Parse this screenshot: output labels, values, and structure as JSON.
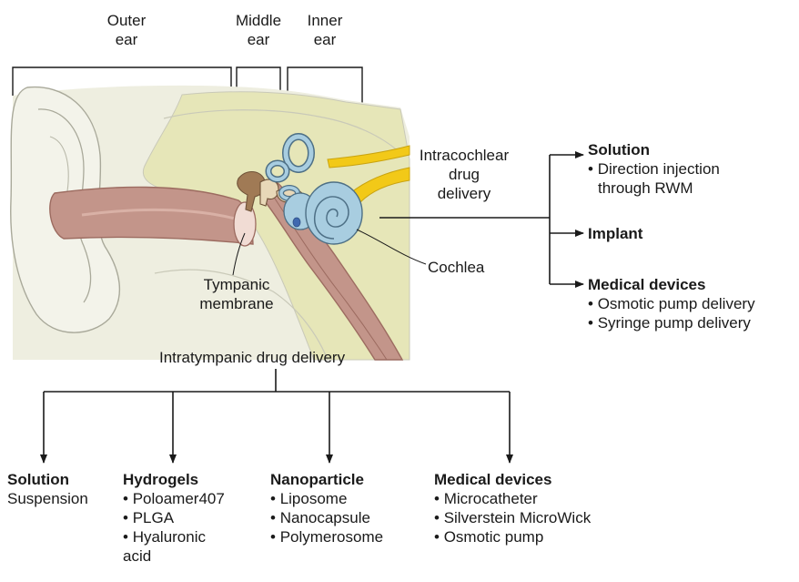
{
  "regions": {
    "outer": [
      "Outer",
      "ear"
    ],
    "middle": [
      "Middle",
      "ear"
    ],
    "inner": [
      "Inner",
      "ear"
    ]
  },
  "anatomy": {
    "tympanic": [
      "Tympanic",
      "membrane"
    ],
    "cochlea": "Cochlea"
  },
  "intracochlear": {
    "label": [
      "Intracochlear",
      "drug",
      "delivery"
    ],
    "branches": [
      {
        "title": "Solution",
        "items": [
          "Direction injection",
          "through RWM"
        ]
      },
      {
        "title": "Implant",
        "items": []
      },
      {
        "title": "Medical devices",
        "items": [
          "Osmotic pump delivery",
          "Syringe pump delivery"
        ]
      }
    ]
  },
  "intratympanic": {
    "label": "Intratympanic drug delivery",
    "branches": [
      {
        "title": "Solution",
        "items": [
          "Suspension"
        ]
      },
      {
        "title": "Hydrogels",
        "items": [
          "Poloamer407",
          "PLGA",
          "Hyaluronic acid"
        ]
      },
      {
        "title": "Nanoparticle",
        "items": [
          "Liposome",
          "Nanocapsule",
          "Polymerosome"
        ]
      },
      {
        "title": "Medical devices",
        "items": [
          "Microcatheter",
          "Silverstein MicroWick",
          "Osmotic pump"
        ]
      }
    ]
  },
  "colors": {
    "skin": "#eeeee0",
    "skin_edge": "#c9c9b8",
    "bone": "#e6e6b8",
    "canal": "#c3958a",
    "canal_dark": "#9c6b60",
    "ossicle": "#a07a55",
    "nerve": "#f2c918",
    "cochlea": "#a8cde0",
    "cochlea_edge": "#4d6f85",
    "line": "#1a1a1a"
  }
}
